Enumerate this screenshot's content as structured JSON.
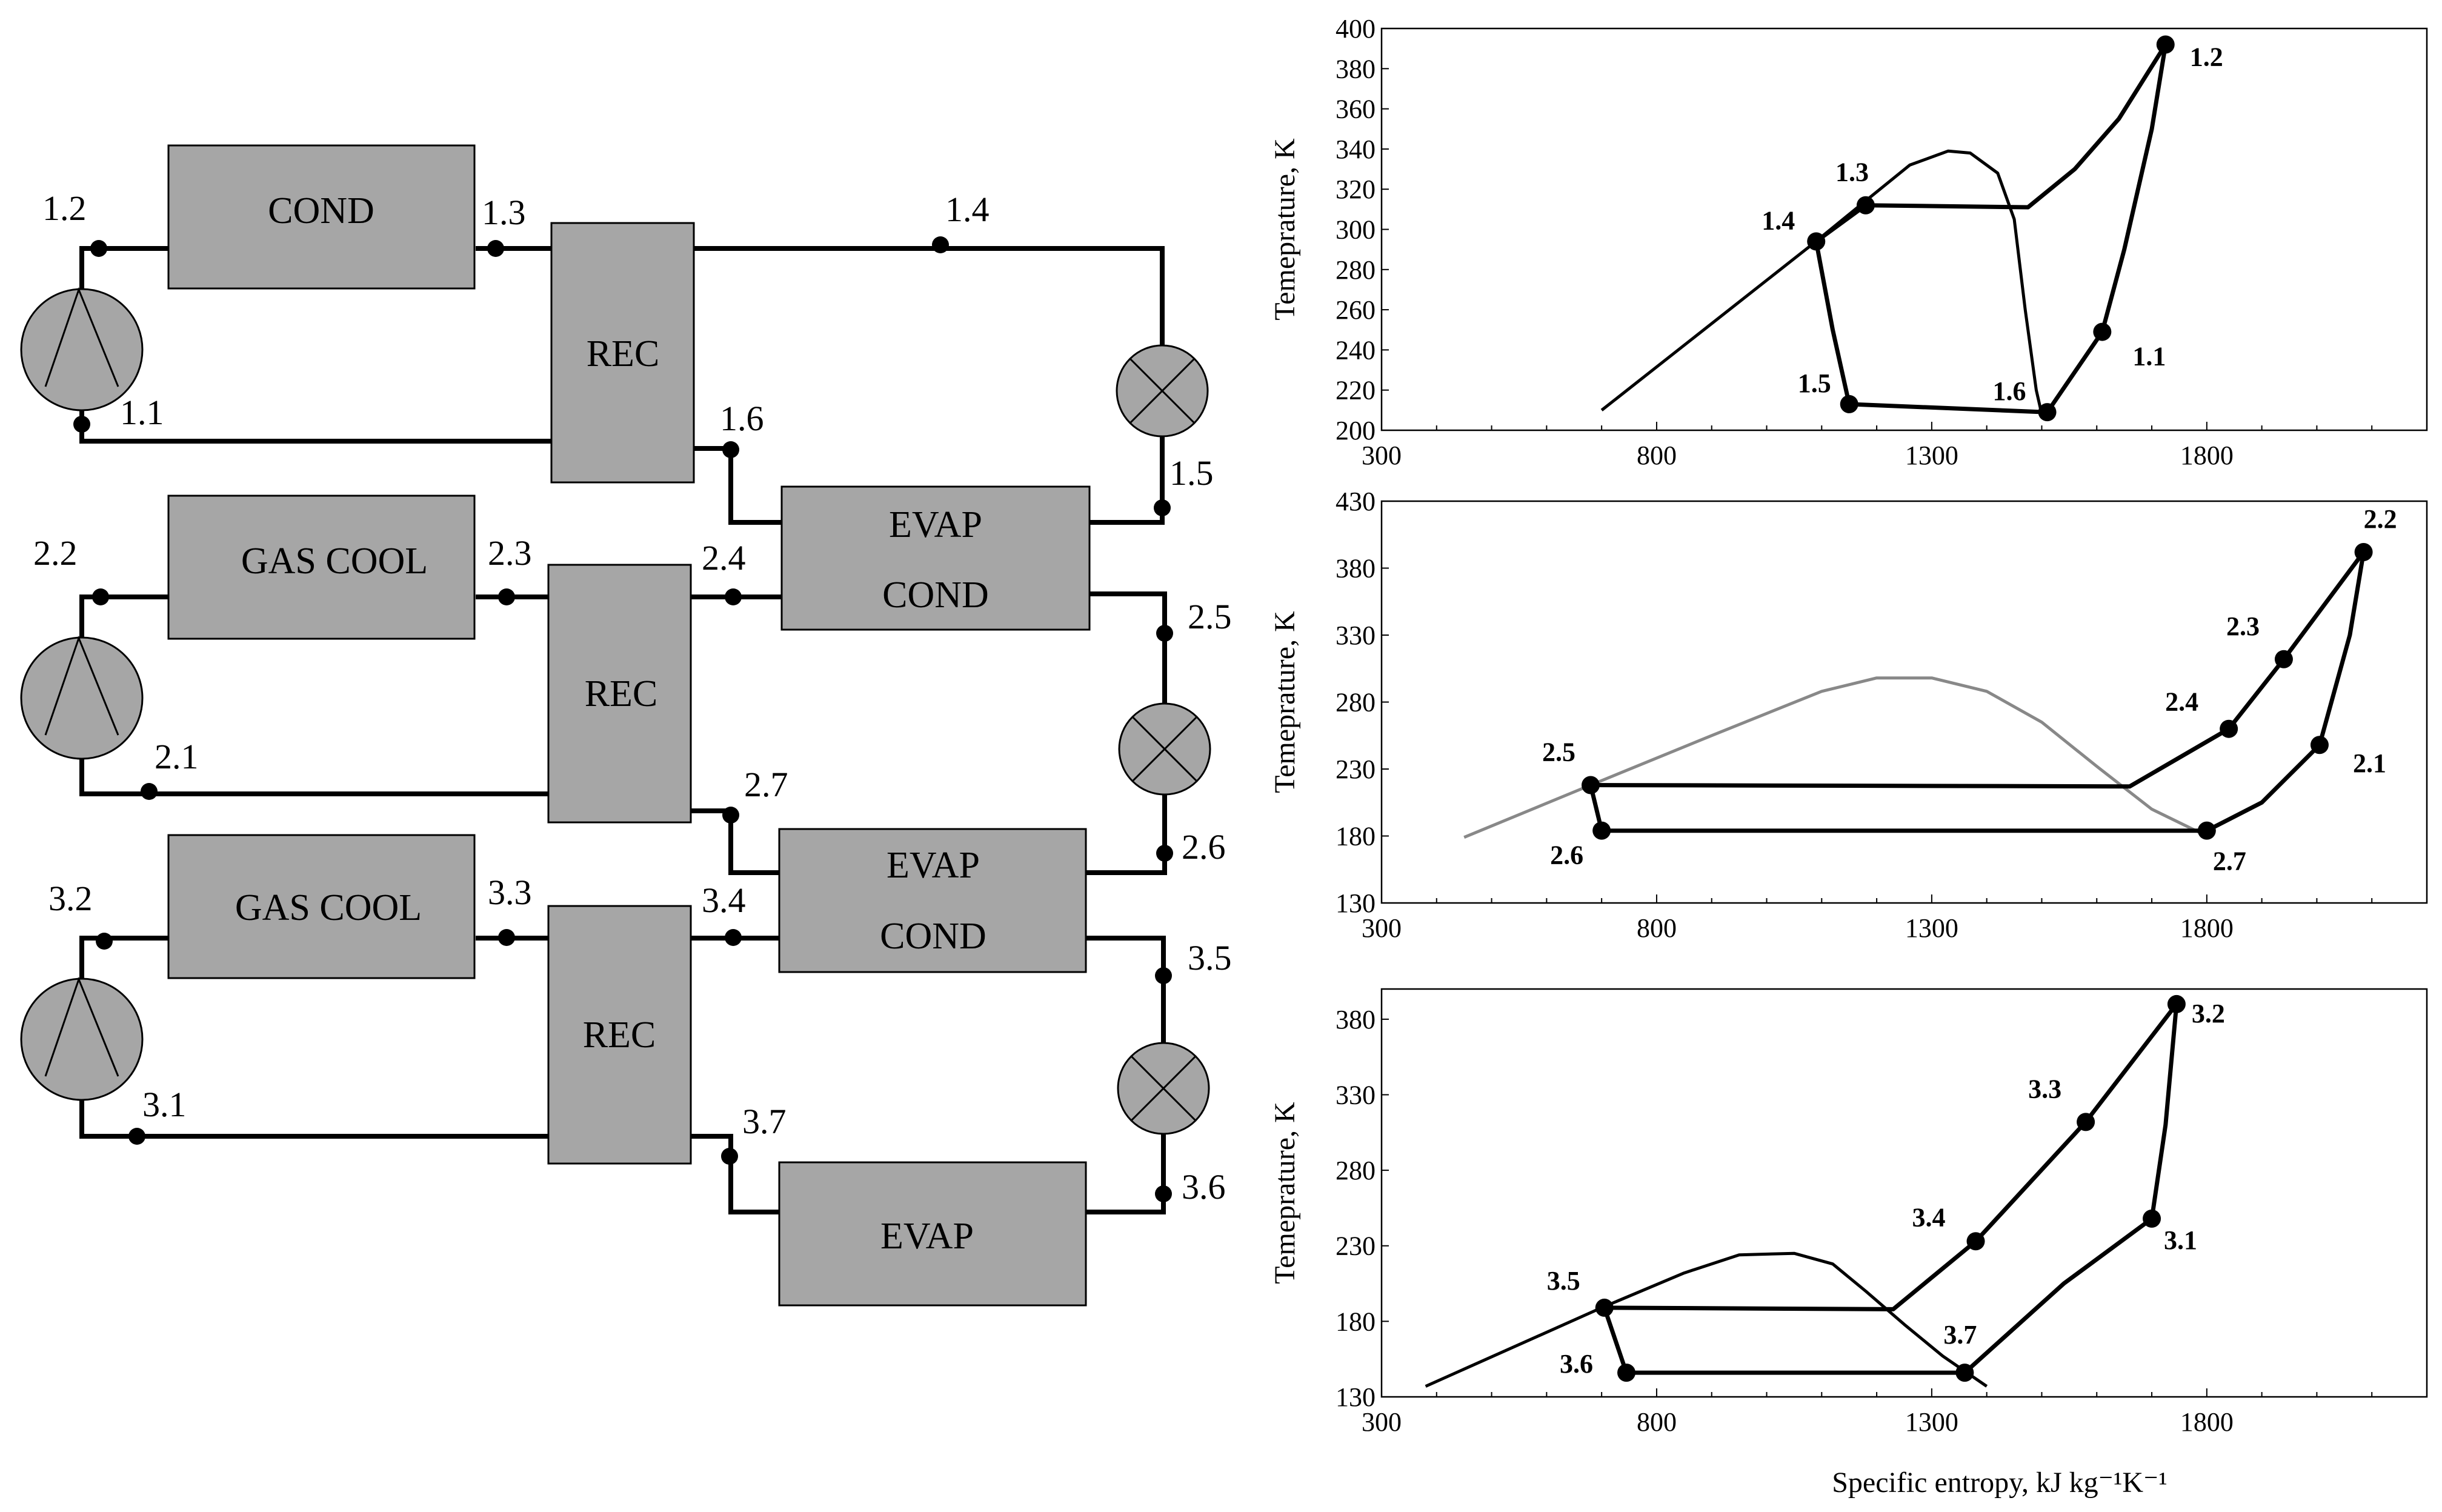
{
  "schematic": {
    "components": {
      "cond": "COND",
      "rec1": "REC",
      "gas_cool_2": "GAS COOL",
      "rec2": "REC",
      "evap_cond_2_line1": "EVAP",
      "evap_cond_2_line2": "COND",
      "gas_cool_3": "GAS COOL",
      "rec3": "REC",
      "evap_cond_3_line1": "EVAP",
      "evap_cond_3_line2": "COND",
      "evap": "EVAP"
    },
    "states": {
      "s1_1": "1.1",
      "s1_2": "1.2",
      "s1_3": "1.3",
      "s1_4": "1.4",
      "s1_5": "1.5",
      "s1_6": "1.6",
      "s2_1": "2.1",
      "s2_2": "2.2",
      "s2_3": "2.3",
      "s2_4": "2.4",
      "s2_5": "2.5",
      "s2_6": "2.6",
      "s2_7": "2.7",
      "s3_1": "3.1",
      "s3_2": "3.2",
      "s3_3": "3.3",
      "s3_4": "3.4",
      "s3_5": "3.5",
      "s3_6": "3.6",
      "s3_7": "3.7"
    }
  },
  "chart_data": [
    {
      "type": "line",
      "ylabel": "Temeprature, K",
      "xlabel": "",
      "xlim": [
        300,
        2200
      ],
      "ylim": [
        200,
        400
      ],
      "xticks": [
        "300",
        "800",
        "1300",
        "1800"
      ],
      "yticks": [
        "200",
        "220",
        "240",
        "260",
        "280",
        "300",
        "320",
        "340",
        "360",
        "380",
        "400"
      ],
      "dome_color": "#000000",
      "dome": [
        [
          700,
          210
        ],
        [
          1085,
          293
        ],
        [
          1170,
          312
        ],
        [
          1260,
          332
        ],
        [
          1330,
          339
        ],
        [
          1370,
          338
        ],
        [
          1420,
          328
        ],
        [
          1450,
          305
        ],
        [
          1470,
          260
        ],
        [
          1490,
          220
        ],
        [
          1500,
          208
        ]
      ],
      "cycle_lines": [
        [
          [
            1610,
            249
          ],
          [
            1650,
            290
          ],
          [
            1700,
            350
          ],
          [
            1725,
            392
          ]
        ],
        [
          [
            1725,
            392
          ],
          [
            1640,
            355
          ],
          [
            1560,
            330
          ],
          [
            1475,
            311
          ],
          [
            1180,
            312
          ],
          [
            1090,
            294
          ]
        ],
        [
          [
            1090,
            294
          ],
          [
            1120,
            250
          ],
          [
            1150,
            213
          ]
        ],
        [
          [
            1150,
            213
          ],
          [
            1510,
            209
          ]
        ],
        [
          [
            1510,
            209
          ],
          [
            1610,
            249
          ]
        ]
      ],
      "points": [
        {
          "label": "1.1",
          "x": 1610,
          "y": 249
        },
        {
          "label": "1.2",
          "x": 1725,
          "y": 392
        },
        {
          "label": "1.3",
          "x": 1180,
          "y": 312
        },
        {
          "label": "1.4",
          "x": 1090,
          "y": 294
        },
        {
          "label": "1.5",
          "x": 1150,
          "y": 213
        },
        {
          "label": "1.6",
          "x": 1510,
          "y": 209
        }
      ]
    },
    {
      "type": "line",
      "ylabel": "Temeprature, K",
      "xlabel": "",
      "xlim": [
        300,
        2200
      ],
      "ylim": [
        130,
        430
      ],
      "xticks": [
        "300",
        "800",
        "1300",
        "1800"
      ],
      "yticks": [
        "130",
        "180",
        "230",
        "280",
        "330",
        "380",
        "430"
      ],
      "dome_color": "#888888",
      "dome": [
        [
          450,
          179
        ],
        [
          680,
          218
        ],
        [
          900,
          255
        ],
        [
          1100,
          288
        ],
        [
          1200,
          298
        ],
        [
          1300,
          298
        ],
        [
          1400,
          288
        ],
        [
          1500,
          265
        ],
        [
          1600,
          232
        ],
        [
          1700,
          200
        ],
        [
          1800,
          180
        ]
      ],
      "cycle_lines": [
        [
          [
            2005,
            248
          ],
          [
            2060,
            330
          ],
          [
            2085,
            392
          ]
        ],
        [
          [
            2085,
            392
          ],
          [
            1940,
            312
          ],
          [
            1840,
            260
          ],
          [
            1660,
            217
          ],
          [
            680,
            218
          ]
        ],
        [
          [
            680,
            218
          ],
          [
            700,
            184
          ]
        ],
        [
          [
            700,
            184
          ],
          [
            1800,
            184
          ]
        ],
        [
          [
            1800,
            184
          ],
          [
            1900,
            205
          ],
          [
            2005,
            248
          ]
        ]
      ],
      "points": [
        {
          "label": "2.1",
          "x": 2005,
          "y": 248
        },
        {
          "label": "2.2",
          "x": 2085,
          "y": 392
        },
        {
          "label": "2.3",
          "x": 1940,
          "y": 312
        },
        {
          "label": "2.4",
          "x": 1840,
          "y": 260
        },
        {
          "label": "2.5",
          "x": 680,
          "y": 218
        },
        {
          "label": "2.6",
          "x": 700,
          "y": 184
        },
        {
          "label": "2.7",
          "x": 1800,
          "y": 184
        }
      ]
    },
    {
      "type": "line",
      "ylabel": "Temeprature, K",
      "xlabel": "Specific entropy, kJ kg⁻¹K⁻¹",
      "xlim": [
        300,
        2200
      ],
      "ylim": [
        130,
        400
      ],
      "xticks": [
        "300",
        "800",
        "1300",
        "1800"
      ],
      "yticks": [
        "130",
        "180",
        "230",
        "280",
        "330",
        "380"
      ],
      "dome_color": "#000000",
      "dome": [
        [
          380,
          137
        ],
        [
          700,
          189
        ],
        [
          850,
          212
        ],
        [
          950,
          224
        ],
        [
          1050,
          225
        ],
        [
          1120,
          218
        ],
        [
          1180,
          200
        ],
        [
          1250,
          178
        ],
        [
          1320,
          157
        ],
        [
          1400,
          137
        ]
      ],
      "cycle_lines": [
        [
          [
            1700,
            248
          ],
          [
            1725,
            310
          ],
          [
            1745,
            390
          ]
        ],
        [
          [
            1745,
            390
          ],
          [
            1580,
            312
          ],
          [
            1380,
            233
          ],
          [
            1230,
            188
          ],
          [
            705,
            189
          ]
        ],
        [
          [
            705,
            189
          ],
          [
            745,
            146
          ]
        ],
        [
          [
            745,
            146
          ],
          [
            1360,
            146
          ]
        ],
        [
          [
            1360,
            146
          ],
          [
            1540,
            205
          ],
          [
            1700,
            248
          ]
        ]
      ],
      "points": [
        {
          "label": "3.1",
          "x": 1700,
          "y": 248
        },
        {
          "label": "3.2",
          "x": 1745,
          "y": 390
        },
        {
          "label": "3.3",
          "x": 1580,
          "y": 312
        },
        {
          "label": "3.4",
          "x": 1380,
          "y": 233
        },
        {
          "label": "3.5",
          "x": 705,
          "y": 189
        },
        {
          "label": "3.6",
          "x": 745,
          "y": 146
        },
        {
          "label": "3.7",
          "x": 1360,
          "y": 146
        }
      ]
    }
  ]
}
